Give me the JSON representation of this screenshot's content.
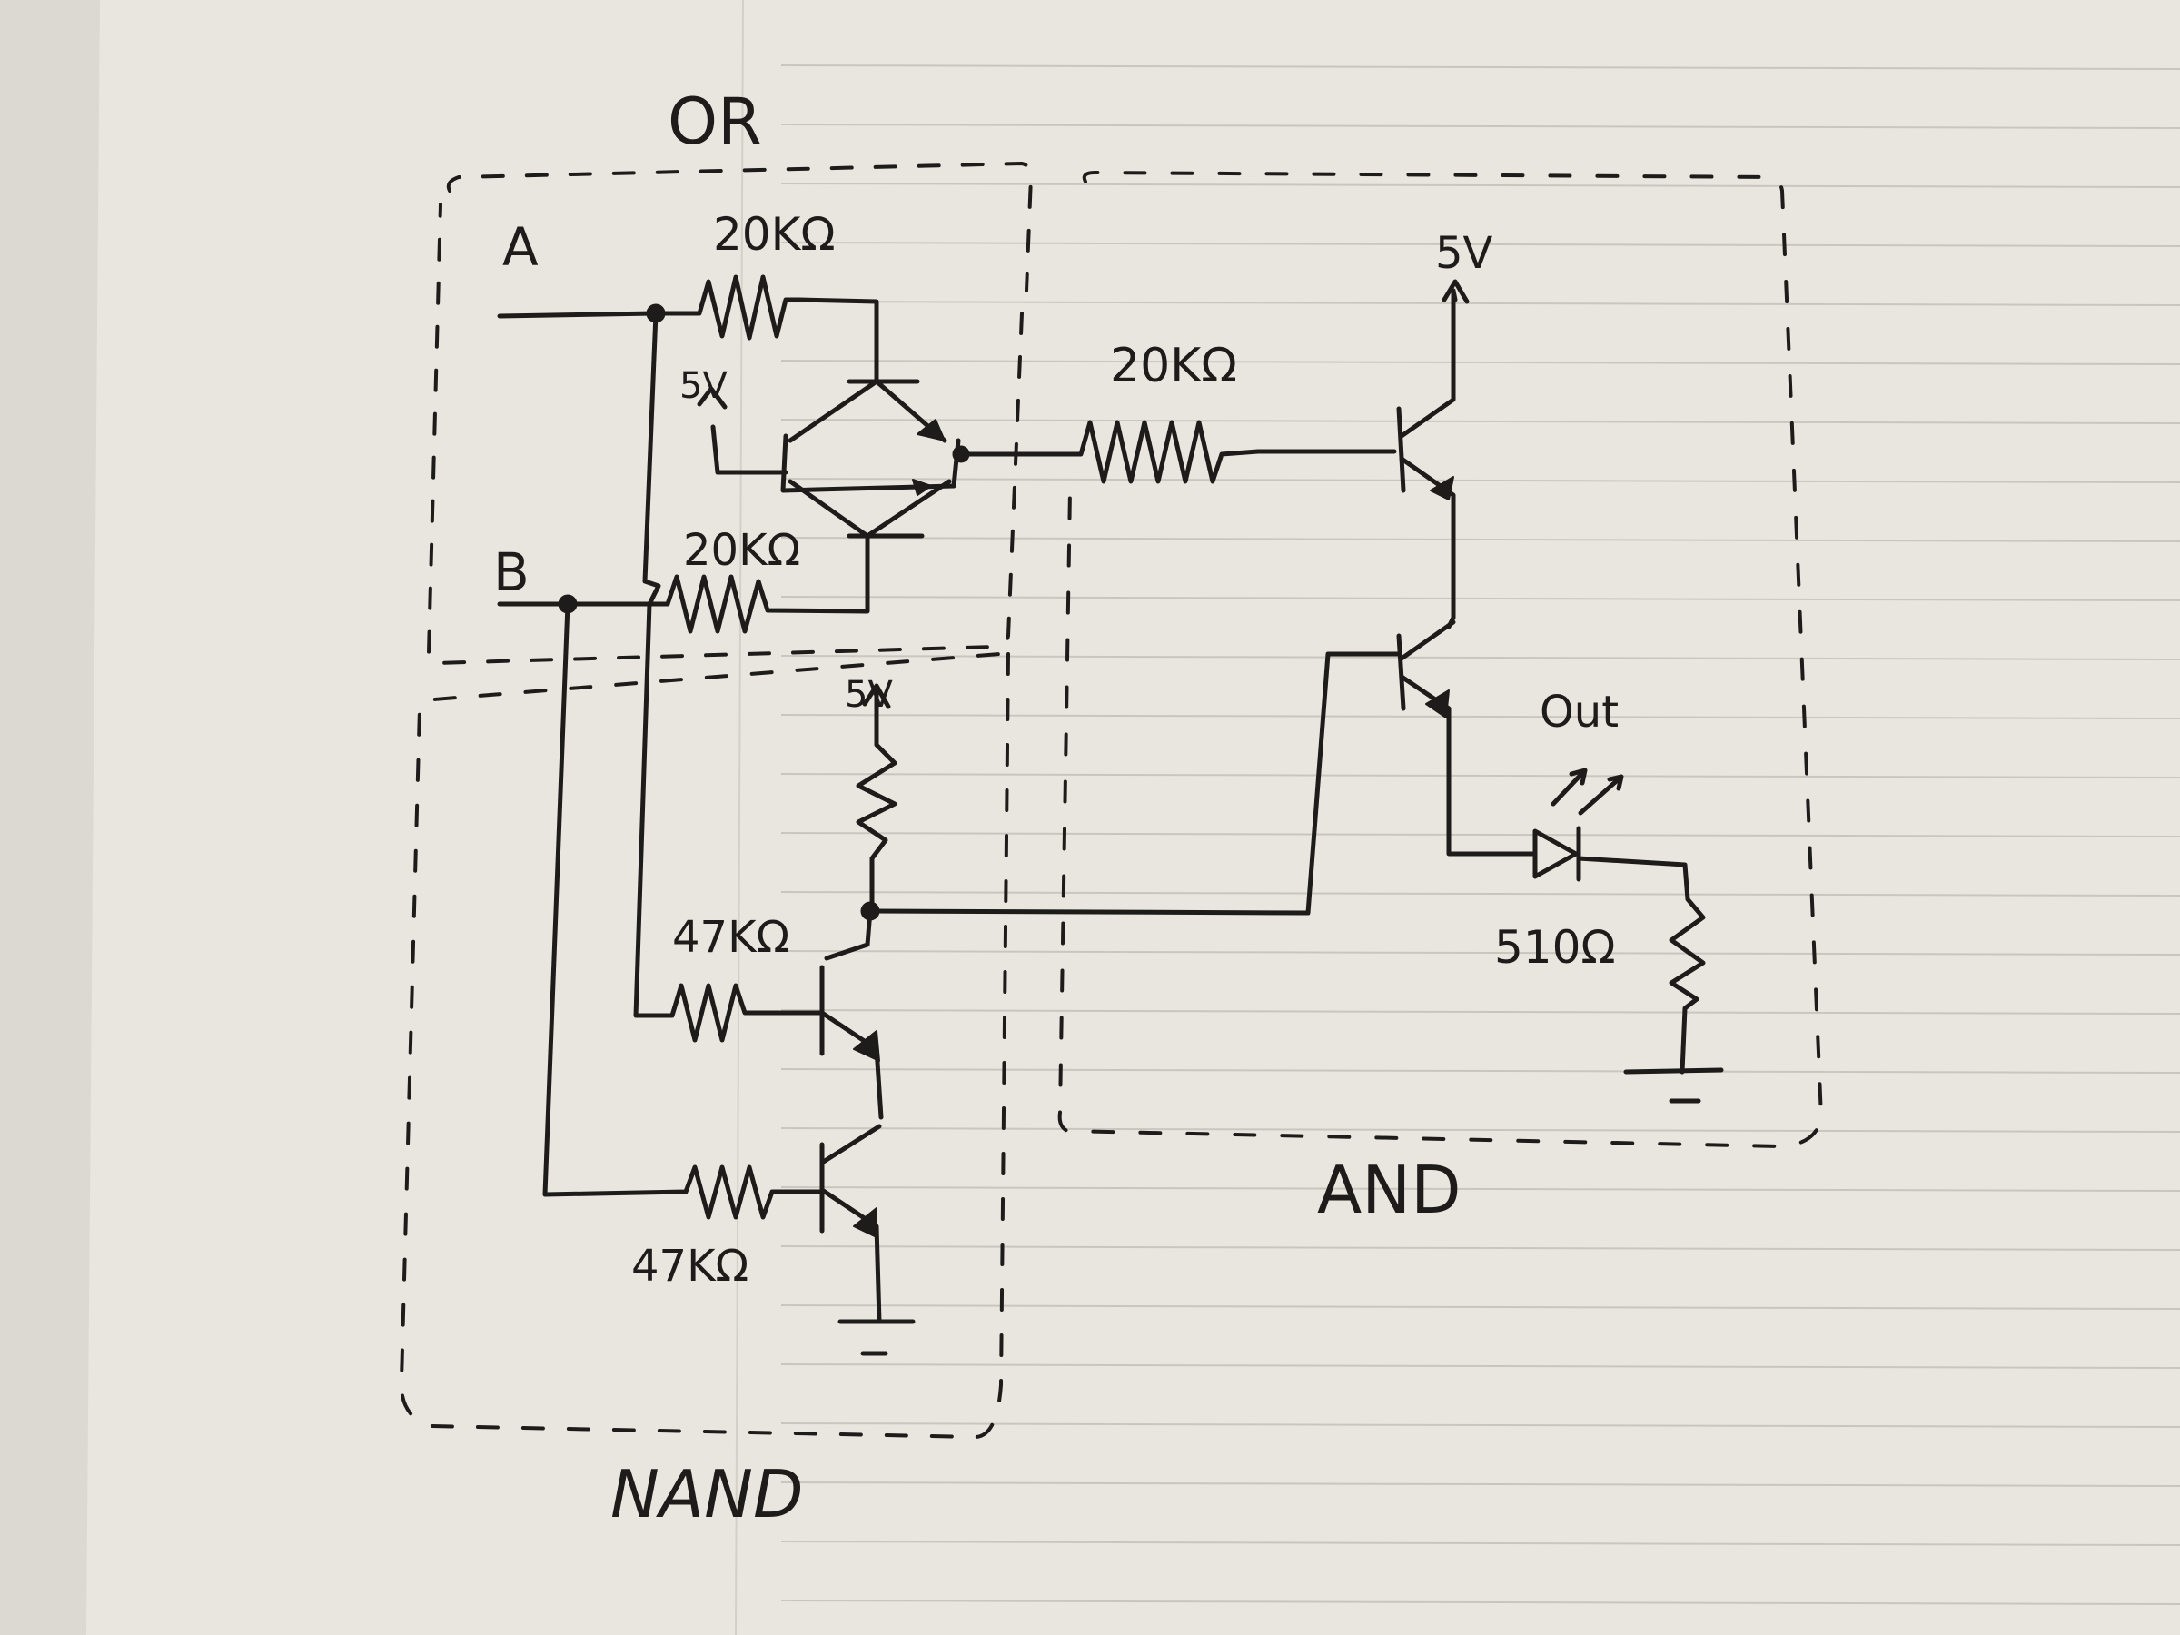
{
  "blocks": {
    "or_label": "OR",
    "and_label": "AND",
    "nand_label": "NAND"
  },
  "inputs": {
    "a": "A",
    "b": "B"
  },
  "supply": {
    "or_bias": "5V",
    "nand_pullup": "5V",
    "and_collector": "5V"
  },
  "resistors": {
    "r_a": "20KΩ",
    "r_b": "20KΩ",
    "r_base_and": "20KΩ",
    "r_nand_1": "47KΩ",
    "r_nand_2": "47KΩ",
    "r_led": "510Ω"
  },
  "output": {
    "label": "Out"
  },
  "colors": {
    "paper": "#e9e6df",
    "ink": "#1e1c1a",
    "rule_line": "#c9c6bf",
    "background": "#3c3a36"
  }
}
